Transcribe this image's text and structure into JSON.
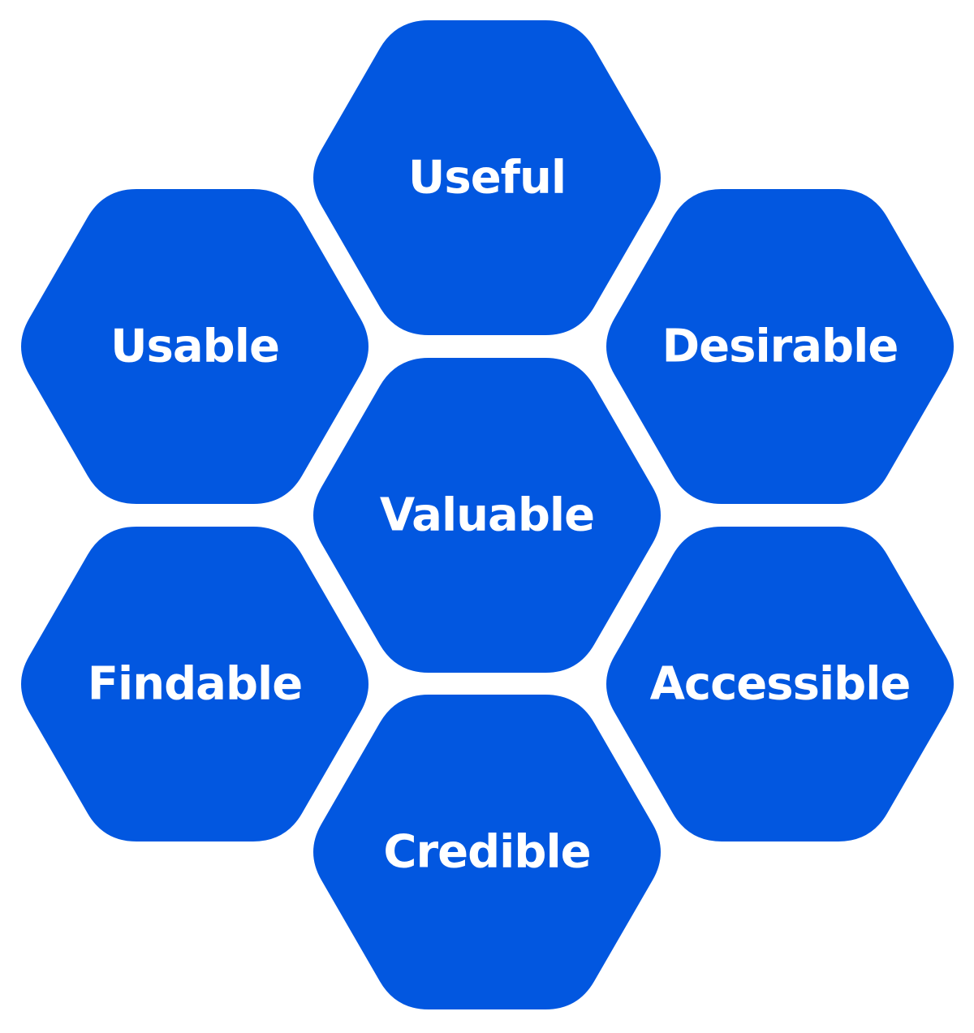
{
  "diagram": {
    "colors": {
      "hexagon_fill": "#0257e0",
      "label_text": "#ffffff",
      "background": "#ffffff"
    },
    "hexagons": [
      {
        "id": "useful",
        "label": "Useful"
      },
      {
        "id": "usable",
        "label": "Usable"
      },
      {
        "id": "desirable",
        "label": "Desirable"
      },
      {
        "id": "valuable",
        "label": "Valuable"
      },
      {
        "id": "findable",
        "label": "Findable"
      },
      {
        "id": "accessible",
        "label": "Accessible"
      },
      {
        "id": "credible",
        "label": "Credible"
      }
    ]
  }
}
